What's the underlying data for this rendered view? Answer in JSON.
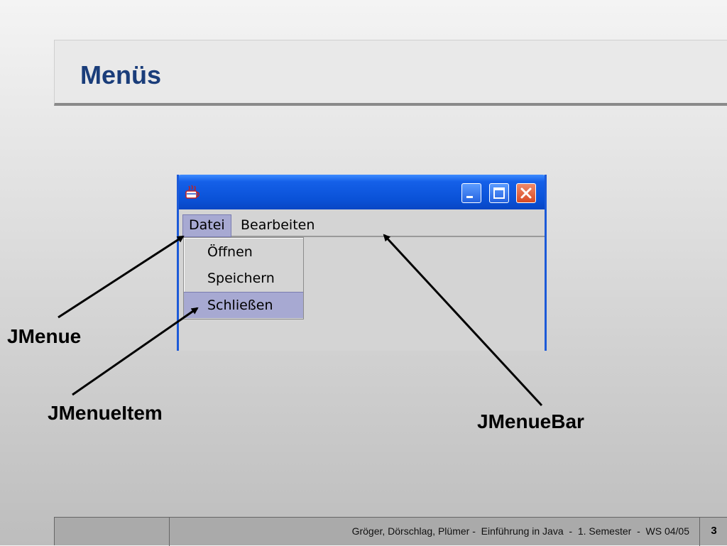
{
  "slide": {
    "title": "Menüs"
  },
  "window": {
    "menubar": {
      "menus": [
        {
          "label": "Datei",
          "selected": true
        },
        {
          "label": "Bearbeiten",
          "selected": false
        }
      ]
    },
    "popup": {
      "items": [
        {
          "label": "Öffnen",
          "selected": false
        },
        {
          "label": "Speichern",
          "selected": false
        },
        {
          "label": "Schließen",
          "selected": true
        }
      ]
    },
    "controls": [
      "minimize-icon",
      "maximize-icon",
      "close-icon"
    ],
    "colors": {
      "titlebar": "#0a52d8",
      "selection": "#a7a9d2",
      "close_button": "#d84a24"
    }
  },
  "annotations": {
    "jmenue": "JMenue",
    "jmenueitem": "JMenueItem",
    "jmenuebar": "JMenueBar"
  },
  "footer": {
    "text": "Gröger, Dörschlag, Plümer -  Einführung in Java  -  1. Semester  -  WS 04/05",
    "page_number": "3"
  },
  "colors": {
    "title": "#1a3d7a"
  }
}
